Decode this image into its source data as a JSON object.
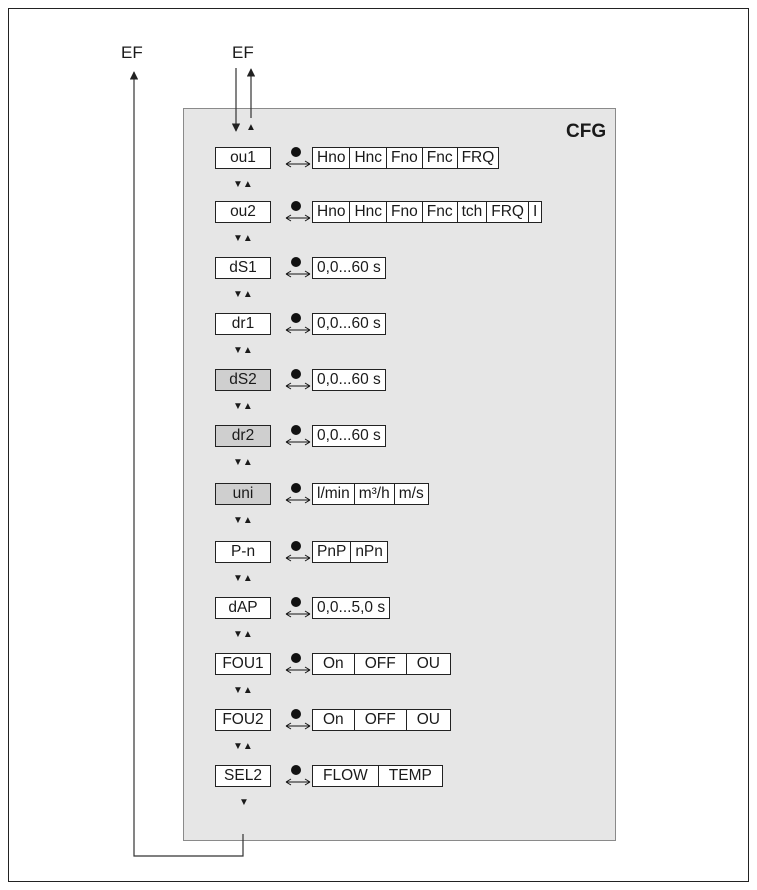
{
  "diagram": {
    "title": "CFG",
    "exit_left": "EF",
    "exit_top": "EF",
    "nav_up_down": "▼▲",
    "nav_up": "▲",
    "nav_down": "▼",
    "params": [
      {
        "name": "ou1",
        "shaded": false,
        "options": [
          "Hno",
          "Hnc",
          "Fno",
          "Fnc",
          "FRQ"
        ]
      },
      {
        "name": "ou2",
        "shaded": false,
        "options": [
          "Hno",
          "Hnc",
          "Fno",
          "Fnc",
          "tch",
          "FRQ",
          "I"
        ]
      },
      {
        "name": "dS1",
        "shaded": false,
        "options": [
          "0,0...60 s"
        ]
      },
      {
        "name": "dr1",
        "shaded": false,
        "options": [
          "0,0...60 s"
        ]
      },
      {
        "name": "dS2",
        "shaded": true,
        "options": [
          "0,0...60 s"
        ]
      },
      {
        "name": "dr2",
        "shaded": true,
        "options": [
          "0,0...60 s"
        ]
      },
      {
        "name": "uni",
        "shaded": true,
        "options": [
          "l/min",
          "m³/h",
          "m/s"
        ]
      },
      {
        "name": "P-n",
        "shaded": false,
        "options": [
          "PnP",
          "nPn"
        ]
      },
      {
        "name": "dAP",
        "shaded": false,
        "options": [
          "0,0...5,0 s"
        ]
      },
      {
        "name": "FOU1",
        "shaded": false,
        "options": [
          "On",
          "OFF",
          "OU"
        ]
      },
      {
        "name": "FOU2",
        "shaded": false,
        "options": [
          "On",
          "OFF",
          "OU"
        ]
      },
      {
        "name": "SEL2",
        "shaded": false,
        "options": [
          "FLOW",
          "TEMP"
        ]
      }
    ]
  }
}
